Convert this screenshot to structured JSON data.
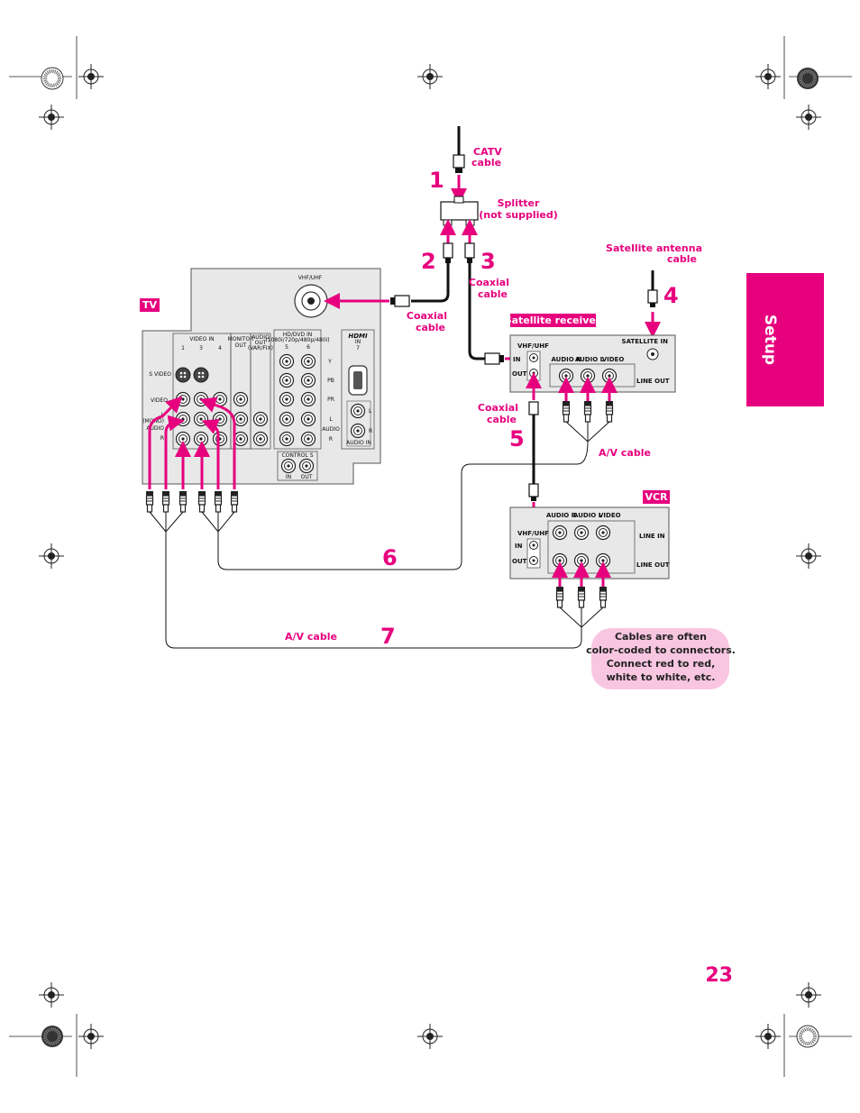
{
  "colors": {
    "accent": "#e6007e",
    "note_bg": "#f9c6e1",
    "panel_bg": "#e8e8e8"
  },
  "section_tab": "Setup",
  "page_number": "23",
  "steps": [
    "1",
    "2",
    "3",
    "4",
    "5",
    "6",
    "7"
  ],
  "labels": {
    "catv": [
      "CATV",
      "cable"
    ],
    "splitter": [
      "Splitter",
      "(not supplied)"
    ],
    "coaxial_a": [
      "Coaxial",
      "cable"
    ],
    "coaxial_b": [
      "Coaxial",
      "cable"
    ],
    "coaxial_c": [
      "Coaxial",
      "cable"
    ],
    "satellite_antenna": [
      "Satellite antenna",
      "cable"
    ],
    "av_cable_a": "A/V cable",
    "av_cable_b": "A/V cable"
  },
  "tags": {
    "tv": "TV",
    "satellite_receiver": "Satellite receiver",
    "vcr": "VCR"
  },
  "tv_panel": {
    "vhf_uhf": "VHF/UHF",
    "video_in": "VIDEO IN",
    "inputs": [
      "1",
      "3",
      "4"
    ],
    "monitor_out": [
      "MONITOR",
      "OUT"
    ],
    "audio_out": [
      "AUDIO",
      "OUT",
      "(VAR/FIX)"
    ],
    "hd_dvd_in": [
      "HD/DVD IN",
      "(1080i/720p/480p/480i)"
    ],
    "hd_inputs": [
      "5",
      "6"
    ],
    "hdmi": [
      "HDMI",
      "IN",
      "7"
    ],
    "row_labels": [
      "S VIDEO",
      "VIDEO",
      "L",
      "(MONO)",
      "AUDIO",
      "R"
    ],
    "component_labels": [
      "Y",
      "PB",
      "PR",
      "L",
      "AUDIO",
      "R"
    ],
    "hdmi_audio": [
      "L",
      "R",
      "AUDIO IN"
    ],
    "control_s": [
      "CONTROL S",
      "IN",
      "OUT"
    ]
  },
  "satellite_panel": {
    "vhf_uhf": "VHF/UHF",
    "in": "IN",
    "out": "OUT",
    "satellite_in": "SATELLITE IN",
    "audio": [
      "AUDIO R",
      "AUDIO L",
      "VIDEO"
    ],
    "line_out": "LINE OUT"
  },
  "vcr_panel": {
    "audio": [
      "AUDIO R",
      "AUDIO L",
      "VIDEO"
    ],
    "vhf_uhf": "VHF/UHF",
    "in": "IN",
    "out": "OUT",
    "line_in": "LINE IN",
    "line_out": "LINE OUT"
  },
  "note": [
    "Cables are often",
    "color-coded to connectors.",
    "Connect red to red,",
    "white to white, etc."
  ]
}
